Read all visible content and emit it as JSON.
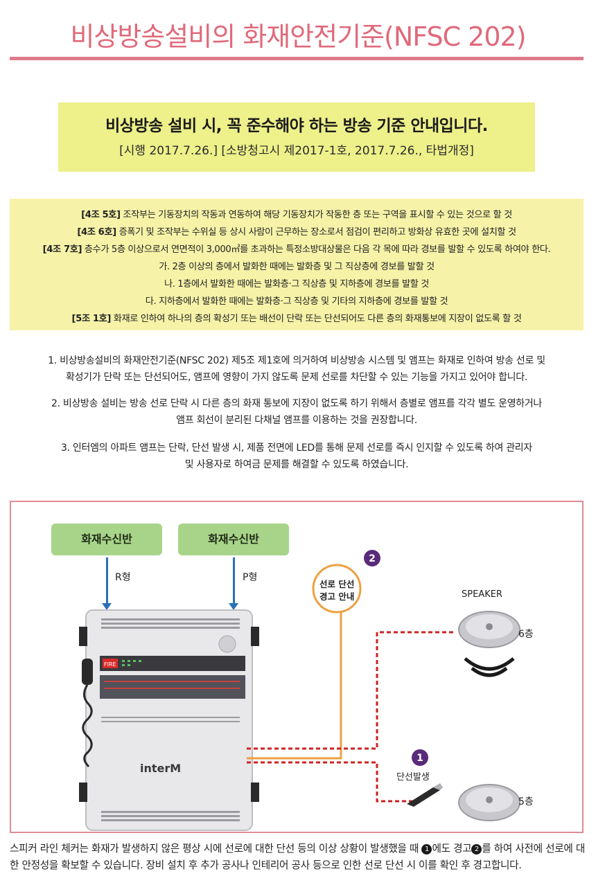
{
  "header": {
    "title": "비상방송설비의 화재안전기준(NFSC 202)"
  },
  "notice": {
    "main": "비상방송 설비 시, 꼭 준수해야 하는 방송 기준 안내입니다.",
    "sub": "[시행 2017.7.26.] [소방청고시 제2017-1호, 2017.7.26., 타법개정]"
  },
  "rules": [
    {
      "tag": "[4조 5호]",
      "text": " 조작부는 기동장치의 작동과 연동하여 해당 기동장치가 작동한 층 또는 구역을 표시할 수 있는 것으로 할 것"
    },
    {
      "tag": "[4조 6호]",
      "text": " 증폭기 및 조작부는 수위실 등 상시 사람이 근무하는 장소로서 점검이 편리하고 방화상 유효한 곳에 설치할 것"
    },
    {
      "tag": "[4조 7호]",
      "text": " 층수가 5층 이상으로서 연면적이 3,000㎡를 초과하는 특정소방대상물은 다음 각 목에 따라 경보를 발할 수 있도록 하여야 한다."
    },
    {
      "tag": "",
      "text": "가. 2층 이상의 층에서 발화한 때에는 발화층 및 그 직상층에 경보를 발할 것"
    },
    {
      "tag": "",
      "text": "나. 1층에서 발화한 때에는 발화층·그 직상층 및 지하층에 경보를 발할 것"
    },
    {
      "tag": "",
      "text": "다. 지하층에서 발화한 때에는 발화층·그 직상층 및 기타의 지하층에 경보를 발할 것"
    },
    {
      "tag": "[5조 1호]",
      "text": " 화재로 인하여 하나의 층의 확성기 또는 배선이 단락 또는 단선되어도 다른 층의 화재통보에 지장이 없도록 할 것"
    }
  ],
  "paragraphs": [
    [
      "1. 비상방송설비의 화재안전기준(NFSC 202) 제5조 제1호에 의거하여 비상방송 시스템 및 앰프는 화재로 인하여 방송 선로 및",
      "확성기가 단락 또는 단선되어도, 앰프에 영향이 가지 않도록 문제 선로를 차단할 수 있는 기능을 가지고 있어야 합니다."
    ],
    [
      "2. 비상방송 설비는 방송 선로 단락 시 다른 층의 화재 통보에 지장이 없도록 하기 위해서 층별로 앰프를 각각 별도 운영하거나",
      "앰프 회선이 분리된 다채널 앰프를 이용하는 것을 권장합니다."
    ],
    [
      "3. 인터엠의 아파트 앰프는 단락, 단선 발생 시, 제품 전면에 LED를 통해 문제 선로를 즉시 인지할 수 있도록 하여 관리자",
      "및 사용자로 하여금 문제를 해결할 수 있도록 하였습니다."
    ]
  ],
  "diagram": {
    "panel_left": "화재수신반",
    "panel_right": "화재수신반",
    "type_left": "R형",
    "type_right": "P형",
    "warning_label": [
      "선로 단선",
      "경고 안내"
    ],
    "badge_warning": "2",
    "badge_break": "1",
    "speaker_title": "SPEAKER",
    "floor_6": "6층",
    "floor_5": "5층",
    "break_label": "단선발생",
    "amp_brand": "interM",
    "amp_fire": "FIRE",
    "colors": {
      "panel": "#a8d48a",
      "arrow": "#2a6fb8",
      "orange_line": "#eea040",
      "red_dash": "#cc2222",
      "badge": "#5a2a7a"
    }
  },
  "bottom": {
    "part1": "스피커 라인 체커는 화재가 발생하지 않은 평상 시에 선로에 대한 단선 등의 이상 상황이 발생했을 때 ",
    "badge1": "1",
    "part2": "에도 경고",
    "badge2": "2",
    "part3": "를 하여 사전에 선로에 대한 안정성을 확보할 수 있습니다. 장비 설치 후 추가 공사나 인테리어 공사 등으로 인한 선로 단선 시 이를 확인 후 경고합니다."
  }
}
